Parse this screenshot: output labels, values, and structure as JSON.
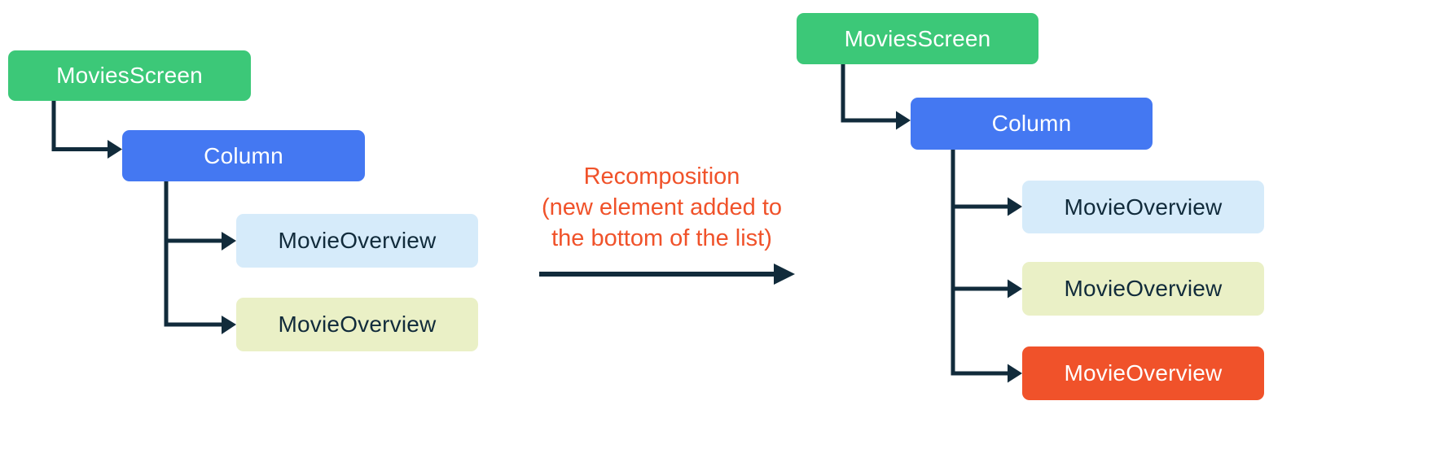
{
  "colors": {
    "connector": "#112B3B",
    "background": "#FFFFFF"
  },
  "before_tree": {
    "nodes": [
      {
        "label": "MoviesScreen",
        "fill": "#3CC878",
        "text_color": "#FFFFFF"
      },
      {
        "label": "Column",
        "fill": "#4478F2",
        "text_color": "#FFFFFF"
      },
      {
        "label": "MovieOverview",
        "fill": "#D6EBFA",
        "text_color": "#112B3B"
      },
      {
        "label": "MovieOverview",
        "fill": "#EAF0C6",
        "text_color": "#112B3B"
      }
    ]
  },
  "annotation": {
    "lines": [
      "Recomposition",
      "(new element added to",
      "the bottom of the list)"
    ],
    "color": "#F0522A"
  },
  "after_tree": {
    "nodes": [
      {
        "label": "MoviesScreen",
        "fill": "#3CC878",
        "text_color": "#FFFFFF"
      },
      {
        "label": "Column",
        "fill": "#4478F2",
        "text_color": "#FFFFFF"
      },
      {
        "label": "MovieOverview",
        "fill": "#D6EBFA",
        "text_color": "#112B3B"
      },
      {
        "label": "MovieOverview",
        "fill": "#EAF0C6",
        "text_color": "#112B3B"
      },
      {
        "label": "MovieOverview",
        "fill": "#F0522A",
        "text_color": "#FFFFFF"
      }
    ]
  }
}
